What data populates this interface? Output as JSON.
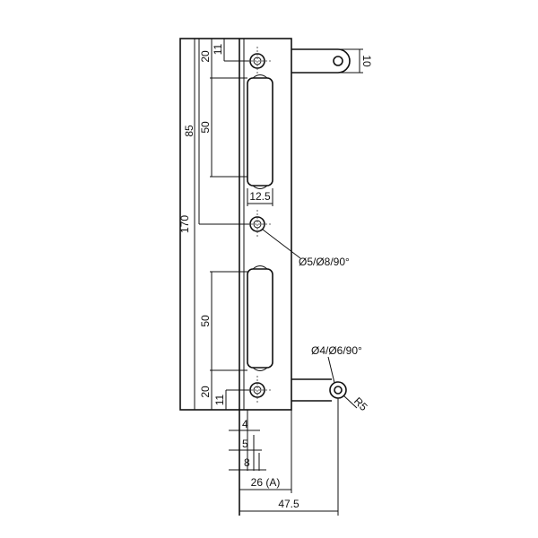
{
  "drawing": {
    "dimensions": {
      "top_hole_edge": "11",
      "top_slot_offset": "20",
      "center_hole": "85",
      "top_slot_length": "50",
      "total_height": "170",
      "slot_width": "12.5",
      "center_hole_spec": "Ø5/Ø8/90°",
      "bottom_slot_length": "50",
      "bottom_slot_offset": "20",
      "bottom_hole_edge": "11",
      "arm_hole_spec": "Ø4/Ø6/90°",
      "arm_radius": "R5",
      "arm_width": "10",
      "dim_4": "4",
      "dim_5": "5",
      "dim_8": "8",
      "plate_width": "26 (A)",
      "overall_width": "47.5"
    }
  }
}
